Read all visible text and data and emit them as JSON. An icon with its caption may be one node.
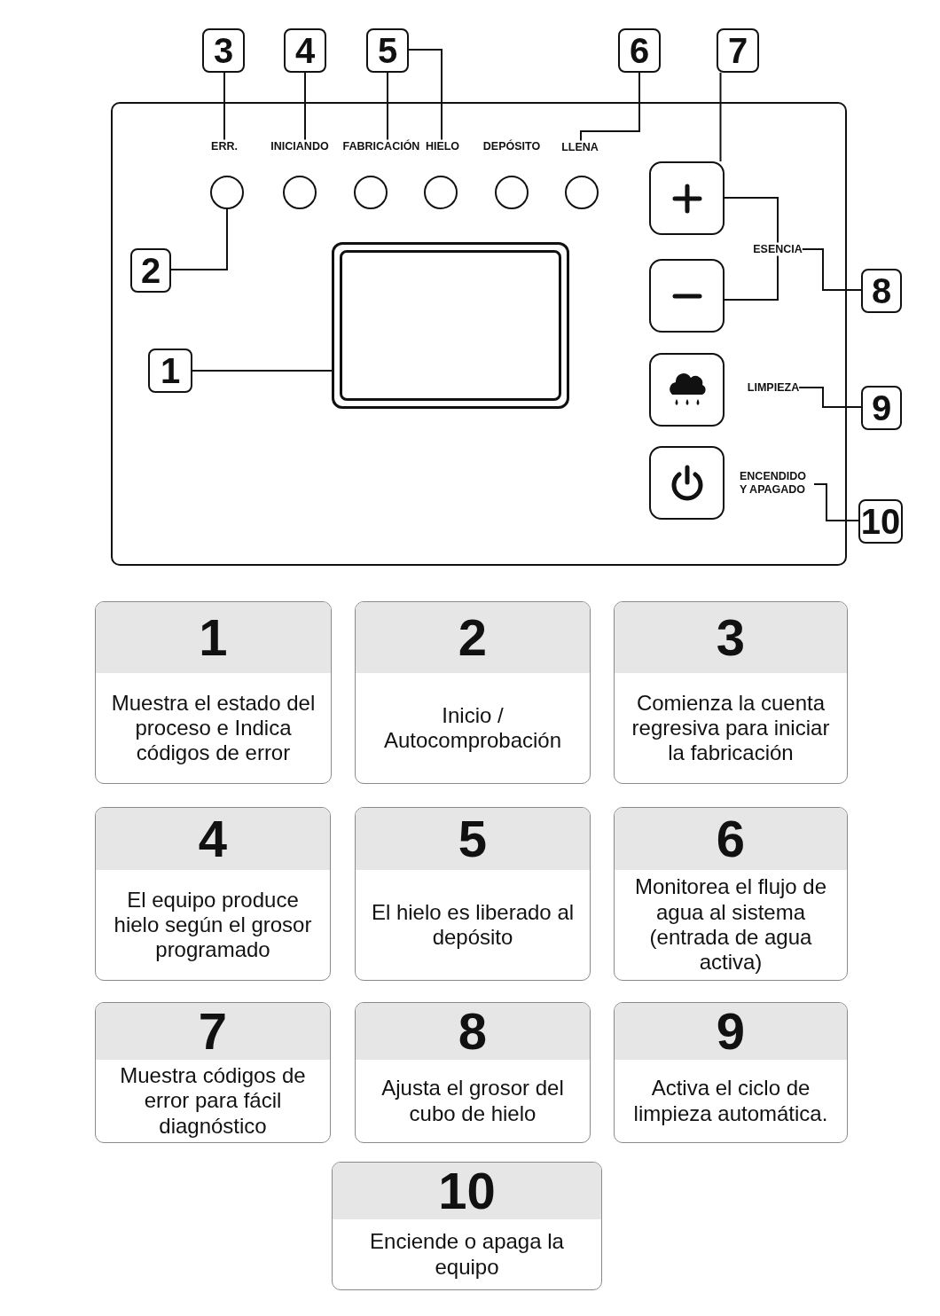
{
  "diagram": {
    "nodes": [
      {
        "text": [
          "3"
        ]
      },
      {
        "text": [
          "4"
        ]
      },
      {
        "text": [
          "5"
        ]
      },
      {
        "text": [
          "6"
        ]
      },
      {
        "text": [
          "7"
        ]
      },
      {
        "text": [
          "ERR."
        ]
      },
      {
        "text": [
          "INICIANDO"
        ]
      },
      {
        "text": [
          "FABRICACIÓN"
        ]
      },
      {
        "text": [
          "HIELO"
        ]
      },
      {
        "text": [
          "LLENA"
        ]
      },
      {
        "text": [],
        "shape": "circle"
      },
      {
        "text": [],
        "shape": "circle"
      },
      {
        "text": [],
        "shape": "circle"
      },
      {
        "text": [],
        "shape": "circle"
      },
      {
        "text": [],
        "shape": "circle"
      },
      {
        "text": [],
        "shape": "circle"
      },
      {
        "text": [
          "2"
        ]
      },
      {
        "text": [],
        "shape": "box"
      },
      {
        "text": [
          "1"
        ]
      },
      {
        "text": [],
        "shape": "box"
      },
      {
        "text": [],
        "shape": "box"
      },
      {
        "text": [
          "ESENCIA"
        ]
      },
      {
        "text": [
          "8"
        ]
      },
      {
        "text": [],
        "shape": "box"
      },
      {
        "text": [
          "LIMPIEZA"
        ]
      },
      {
        "text": [
          "9"
        ]
      },
      {
        "text": [],
        "shape": "box"
      },
      {
        "text": [
          "ENCENDIDO Y APAGADO"
        ]
      },
      {
        "text": [
          "10"
        ]
      },
      {
        "text": [
          "1",
          "Muestra el estado del proceso e Indica códigos de error"
        ]
      },
      {
        "text": [
          "2",
          "Inicio / Autocomprobación"
        ]
      },
      {
        "text": [
          "3",
          "Comienza la cuenta regresiva para iniciar la fabricación"
        ]
      },
      {
        "text": [
          "4",
          "El equipo produce hielo según el grosor programado"
        ]
      },
      {
        "text": [
          "5",
          "El hielo es liberado al depósito"
        ]
      },
      {
        "text": [
          "6",
          "Monitorea el flujo de agua al sistema (entrada de agua activa)"
        ]
      },
      {
        "text": [
          "7",
          "Muestra códigos de error para fácil diagnóstico"
        ]
      },
      {
        "text": [
          "8",
          "Ajusta el grosor del cubo de hielo"
        ]
      },
      {
        "text": [
          "9",
          "Activa el ciclo de limpieza automática."
        ]
      },
      {
        "text": [
          "10",
          "Enciende o apaga la equipo"
        ]
      }
    ],
    "edges": [
      {
        "from": 0,
        "to": 5,
        "arrow": "none"
      },
      {
        "from": 1,
        "to": 6,
        "arrow": "none"
      },
      {
        "from": 2,
        "to": 7,
        "arrow": "none"
      },
      {
        "from": 2,
        "to": 8,
        "arrow": "none"
      },
      {
        "from": 3,
        "to": 9,
        "arrow": "none"
      },
      {
        "from": 4,
        "to": 19,
        "arrow": "none"
      },
      {
        "from": 16,
        "to": 10,
        "arrow": "none"
      },
      {
        "from": 18,
        "to": 17,
        "arrow": "none"
      },
      {
        "from": 21,
        "to": 19,
        "arrow": "none"
      },
      {
        "from": 21,
        "to": 20,
        "arrow": "none"
      },
      {
        "from": 22,
        "to": 21,
        "arrow": "none"
      },
      {
        "from": 25,
        "to": 24,
        "arrow": "none"
      },
      {
        "from": 28,
        "to": 27,
        "arrow": "none"
      }
    ],
    "labels": [
      "DEPÓSITO"
    ]
  }
}
